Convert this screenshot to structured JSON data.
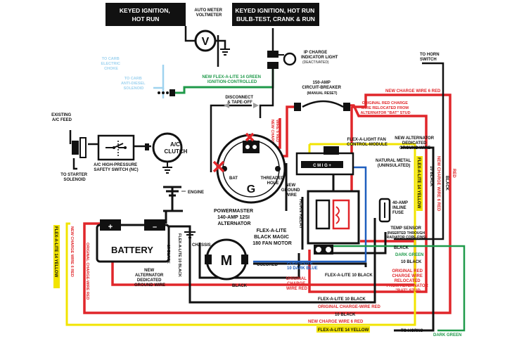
{
  "colors": {
    "red": "#e0262a",
    "green": "#1f9a4a",
    "yellow": "#f2e400",
    "blue": "#1f5fbf",
    "black": "#111111",
    "light_blue": "#9fd3ef",
    "gray": "#9a9a9a"
  },
  "boxes": {
    "keyed_hot_run": [
      "KEYED IGNITION,",
      "HOT RUN"
    ],
    "keyed_bulb_test": [
      "KEYED IGNITION, HOT RUN",
      "BULB-TEST, CRANK & RUN"
    ]
  },
  "labels": {
    "auto_meter": [
      "AUTO METER",
      "VOLTMETER"
    ],
    "voltmeter_symbol": "V",
    "ip_charge": [
      "IP CHARGE",
      "INDICATOR LIGHT"
    ],
    "ip_charge_deactivated": "(DEACTIVATED)",
    "to_horn_switch": [
      "TO HORN",
      "SWITCH"
    ],
    "to_carb_choke": [
      "TO CARB",
      "ELECTRIC",
      "CHOKE"
    ],
    "to_carb_solenoid": [
      "TO CARB",
      "ANTI-DIESEL",
      "SOLENOID"
    ],
    "green_wire": [
      "NEW FLEX-A-LITE 14 GREEN",
      "IGNITION-CONTROLLED"
    ],
    "disconnect": [
      "DISCONNECT",
      "& TAPE-OFF"
    ],
    "circuit_breaker": [
      "150-AMP",
      "CIRCUIT-BREAKER"
    ],
    "circuit_breaker_reset": "(MANUAL RESET)",
    "new_charge_wire_top": "NEW CHARGE WIRE 6 RED",
    "orig_red_charge_top": [
      "ORIGINAL RED CHARGE",
      "WIRE RELOCATED FROM",
      "ALTERNATOR \"BAT\" STUD"
    ],
    "new_charge_wire_6_red_v": [
      "NEW CHARGE",
      "WIRE 6 RED"
    ],
    "existing_ac": [
      "EXISTING",
      "A/C FEED"
    ],
    "ac_clutch": [
      "A/C",
      "CLUTCH"
    ],
    "ac_switch": [
      "A/C HIGH-PRESSURE",
      "SAFETY SWITCH (NC)"
    ],
    "to_starter": [
      "TO STARTER",
      "SOLENOID"
    ],
    "alt_bat": "BAT",
    "alt_g": "G",
    "threaded_hole": [
      "THREADED",
      "HOLE"
    ],
    "new_ground_wire": [
      "NEW",
      "GROUND",
      "WIRE"
    ],
    "fan_module": [
      "FLEX-A-LIGHT FAN",
      "CONTROL-MODULE"
    ],
    "new_alt_ground": [
      "NEW ALTERNATOR",
      "DEDICATED",
      "GROUND WIRE"
    ],
    "natural_metal": [
      "NATURAL METAL",
      "(UNINSULATED)"
    ],
    "engine": "ENGINE",
    "powermaster": [
      "POWERMASTER",
      "140-AMP 12SI",
      "ALTERNATOR"
    ],
    "chassis": "CHASSIS",
    "horn_relay": "HORN RELAY",
    "inline_fuse": [
      "40-AMP",
      "INLINE",
      "FUSE"
    ],
    "temp_sensor": "TEMP SENSOR",
    "temp_sensor_sub": [
      "(INSERTED THROUGH",
      "RADIATOR CORE-FINS)"
    ],
    "battery": "BATTERY",
    "battery_plus": "+",
    "battery_minus": "–",
    "fan_motor": [
      "FLEX-A-LITE",
      "BLACK MAGIC",
      "180 FAN MOTOR"
    ],
    "motor_symbol": "M",
    "colored": "COLORED",
    "black": "BLACK",
    "dark_green": "DARK GREEN",
    "new_alt_ground_bottom": [
      "NEW",
      "ALTERNATOR",
      "DEDICATED",
      "GROUND WIRE"
    ],
    "flex_10_blue": [
      "FLEX-A-LITE",
      "10 DARK BLUE"
    ],
    "orig_charge_wire_red_mid": [
      "ORIGINAL",
      "CHARGE",
      "WIRE RED"
    ],
    "flex_10_black_1": "FLEX-A-LITE 10 BLACK",
    "flex_10_black_2": "FLEX-A-LITE 10 BLACK",
    "ten_black": "10 BLACK",
    "orig_charge_wire_red_bottom": "ORIGINAL CHARGE-WIRE RED",
    "new_charge_wire_6_red_bottom": "NEW CHARGE WIRE 6 RED",
    "flex_14_yellow_bottom": "FLEX-A-LITE 14 YELLOW",
    "to_horns": "TO HORNS",
    "dark_green_bottom": "DARK GREEN",
    "orig_red_charge_right": [
      "ORIGINAL RED",
      "CHARGE WIRE",
      "RELOCATED",
      "FROM ALTERNATOR",
      "\"BAT\" STUD"
    ],
    "flex_14_yellow_left": "FLEX-A-LITE 14 YELLOW",
    "new_charge_wire_6_red_left": "NEW CHARGE WIRE 6 RED",
    "orig_charge_wire_red_left": "ORIGINAL CHARGE-WIRE RED",
    "ten_black_left": "10 BLACK",
    "ten_black_bat": "10 BLACK",
    "flex_10_black_bat": "FLEX-A-LITE 10 BLACK",
    "flex_14_yellow_right": "FLEX-A-LITE 14 YELLOW",
    "new_charge_wire_6_red_right": "NEW CHARGE WIRE 6 RED",
    "ten_black_right": "10 BLACK",
    "red_right": "RED",
    "black_right": "BLACK",
    "module_pins": "C M I G +"
  }
}
